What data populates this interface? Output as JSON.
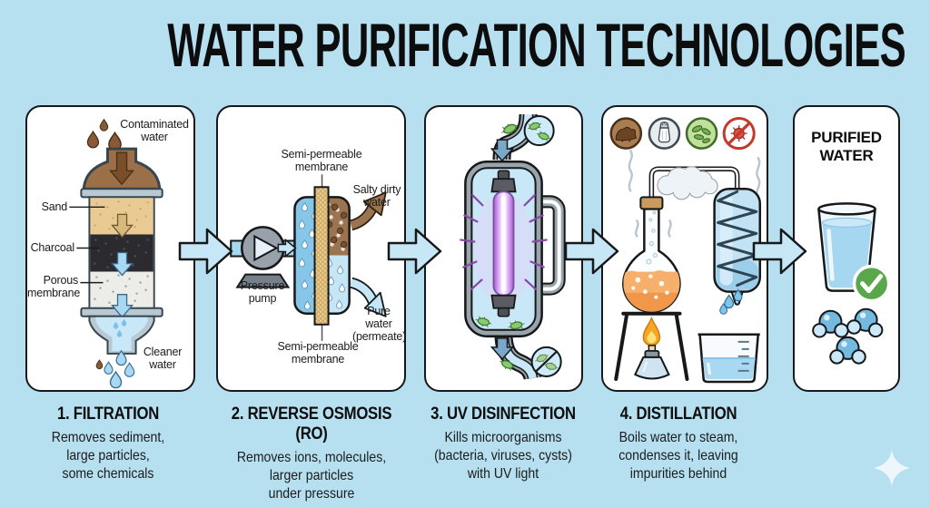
{
  "title": "WATER PURIFICATION TECHNOLOGIES",
  "colors": {
    "background": "#B6DFF0",
    "panel_fill": "#FFFFFF",
    "outline": "#16181A",
    "flow_arrow_fill": "#C7E7F6",
    "feed_water_blue": "#85C6E9",
    "pure_water_blue": "#C4E6F6",
    "dirty_brown": "#9B7450",
    "sand_tan": "#E8CA92",
    "charcoal_black": "#2A2A2F",
    "uv_purple": "#A958DC",
    "flame_orange": "#F6A623",
    "check_green": "#5AA74B"
  },
  "panels": {
    "filtration": {
      "labels": {
        "contaminated_water": "Contaminated water",
        "sand": "Sand",
        "charcoal": "Charcoal",
        "porous_membrane": "Porous membrane",
        "cleaner_water": "Cleaner water"
      },
      "caption_title": "1. FILTRATION",
      "caption_description": "Removes sediment,\nlarge particles,\nsome chemicals"
    },
    "reverse_osmosis": {
      "labels": {
        "membrane_top": "Semi-permeable membrane",
        "salty_dirty_water": "Salty dirty water",
        "pressure_pump": "Pressure pump",
        "pure_water": "Pure water",
        "permeate": "(permeate)",
        "membrane_bottom": "Semi-permeable membrane"
      },
      "caption_title": "2. REVERSE OSMOSIS (RO)",
      "caption_description": "Removes ions, molecules,\nlarger particles\nunder pressure"
    },
    "uv_disinfection": {
      "caption_title": "3. UV DISINFECTION",
      "caption_description": "Kills microorganisms\n(bacteria, viruses, cysts)\nwith UV light"
    },
    "distillation": {
      "caption_title": "4. DISTILLATION",
      "caption_description": "Boils water to steam,\ncondenses it, leaving\nimpurities behind"
    },
    "purified_water": {
      "heading": "PURIFIED WATER"
    }
  },
  "icons": {
    "flow_arrow": "right-block-arrow",
    "distillation_contaminants": [
      "sediment",
      "salt",
      "microbes",
      "no-virus"
    ],
    "purified_check": "green-checkmark",
    "decoration": "sparkle"
  }
}
